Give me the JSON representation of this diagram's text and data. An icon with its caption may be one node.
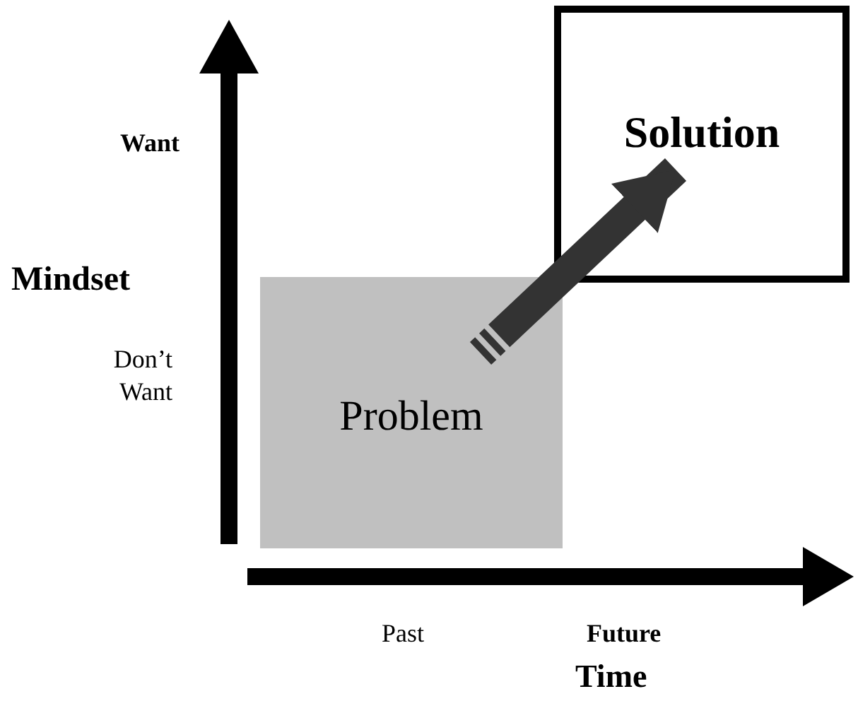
{
  "diagram": {
    "nodes": [
      {
        "text": [
          "Problem"
        ]
      },
      {
        "text": [
          "Solution"
        ]
      }
    ],
    "edges": [
      {
        "from": 0,
        "to": 1,
        "arrow": "to"
      }
    ],
    "labels": [
      "Want",
      "Mindset",
      "Don’t Want",
      "Past",
      "Future",
      "Time"
    ]
  }
}
